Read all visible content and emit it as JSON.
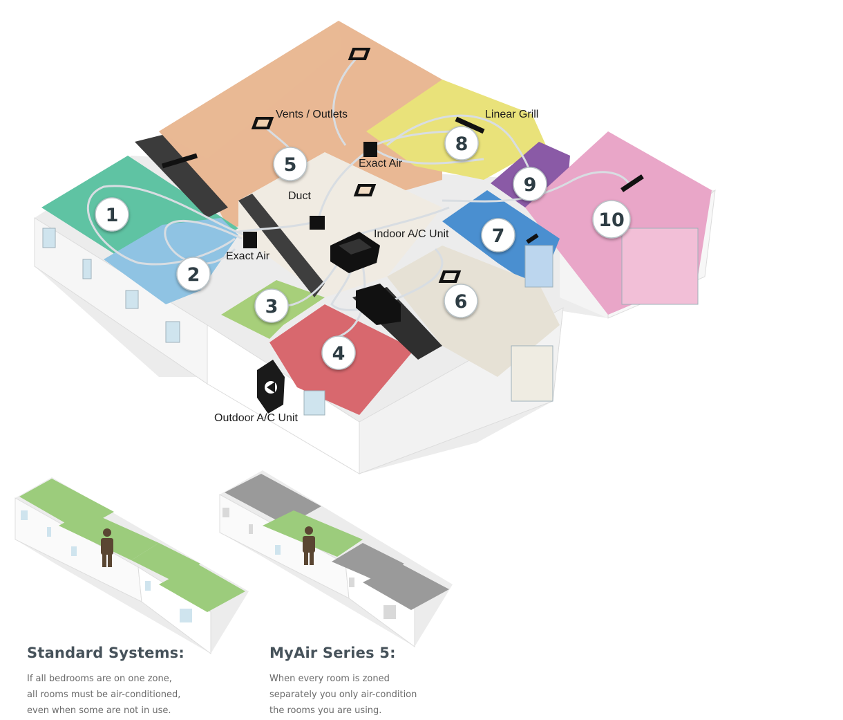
{
  "diagram": {
    "callouts": {
      "vents_outlets": "Vents / Outlets",
      "linear_grill": "Linear Grill",
      "exact_air_top": "Exact Air",
      "duct": "Duct",
      "indoor_unit": "Indoor A/C Unit",
      "exact_air_left": "Exact Air",
      "outdoor_unit": "Outdoor A/C Unit"
    },
    "zones": [
      "1",
      "2",
      "3",
      "4",
      "5",
      "6",
      "7",
      "8",
      "9",
      "10"
    ],
    "zone_colors": {
      "zone1": "#5fc3a3",
      "zone2": "#8fc3e3",
      "zone3": "#a7cf7a",
      "zone4": "#d8686e",
      "zone5": "#e9b894",
      "zone6": "#e6e1d5",
      "zone7": "#4a8fd0",
      "zone8": "#e9e27a",
      "zone9": "#8a5aa6",
      "zone10": "#e9a6c8"
    }
  },
  "comparison": {
    "standard": {
      "title": "Standard Systems:",
      "lines": [
        "If all bedrooms are on one zone,",
        "all rooms must be air-conditioned,",
        "even when some are not in use."
      ],
      "active_color": "#9ccc7c"
    },
    "myair": {
      "title": "MyAir Series 5:",
      "lines": [
        "When every room is zoned",
        "separately you only air-condition",
        "the rooms you are using."
      ],
      "active_color": "#9ccc7c",
      "inactive_color": "#9a9a9a"
    }
  }
}
